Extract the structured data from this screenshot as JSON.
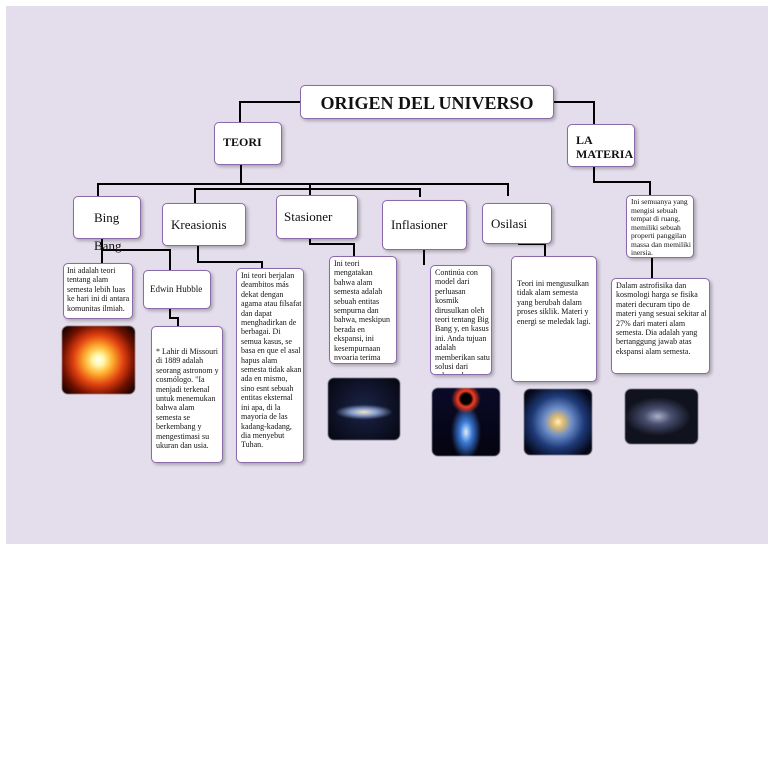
{
  "title": "ORIGEN DEL UNIVERSO",
  "teori": "TEORI",
  "materia": "LA MATERIA",
  "categories": {
    "bing_bang": "Bing Bang",
    "kreasionis": "Kreasionis",
    "stasioner": "Stasioner",
    "inflasioner": "Inflasioner",
    "osilasi": "Osilasi"
  },
  "bing_bang_text": "Ini adalah teori tentang alam semesta lebih luas ke hari ini di antara komunitas ilmiah.",
  "edwin_hubble": "Edwin Hubble",
  "hubble_text": "* Lahir di Missouri di 1889 adalah seorang astronom y cosmólogo. \"Ia menjadi terkenal untuk menemukan bahwa alam semesta se berkembang y mengestimasi su ukuran dan usia.",
  "kreasionis_text": "Ini teori berjalan deambitos más dekat dengan agama atau filsafat dan dapat menghadirkan de berbagai. Di semua kasus, se basa en que el asal hapus alam semesta tidak akan ada en mismo, sino esnt sebuah entitas eksternal ini apa, di la mayoria de las kadang-kadang, dia menyebut Tuhan.",
  "stasioner_text": "Ini teori mengatakan bahwa alam semesta adalah sebuah entitas sempurna dan bahwa, meskipun berada en ekspansi, ini kesempurnaan nvoaria terima kasih kepada penciptaan konstanta tentang materi.",
  "inflasioner_text": "Continúa con model dari perluasan kosmik dirusulkan oleh teori tentang Big Bang y, en kasus ini. Anda tujuan adalah memberikan satu solusi dari cakrawala.",
  "osilasi_text": "Teori ini mengusulkan tidak alam semesta yang berubah dalam proses siklik. Materi y energi se meledak lagi.",
  "materia_top_text": "Ini semuanya yang mengisi sebuah tempat di ruang, memiliki sebuah properti panggilan massa dan memiliki inersia.",
  "materia_bottom_text": "Dalam astrofisika dan kosmologi harga se fisika materi decuram tipo de materi yang sesuai sekitar al 27% dari materi alam semesta. Dia adalah yang bertanggung jawab atas ekspansi alam semesta.",
  "colors": {
    "border": "#8a6aa8",
    "canvas": "#e4deec",
    "line": "#000000"
  }
}
